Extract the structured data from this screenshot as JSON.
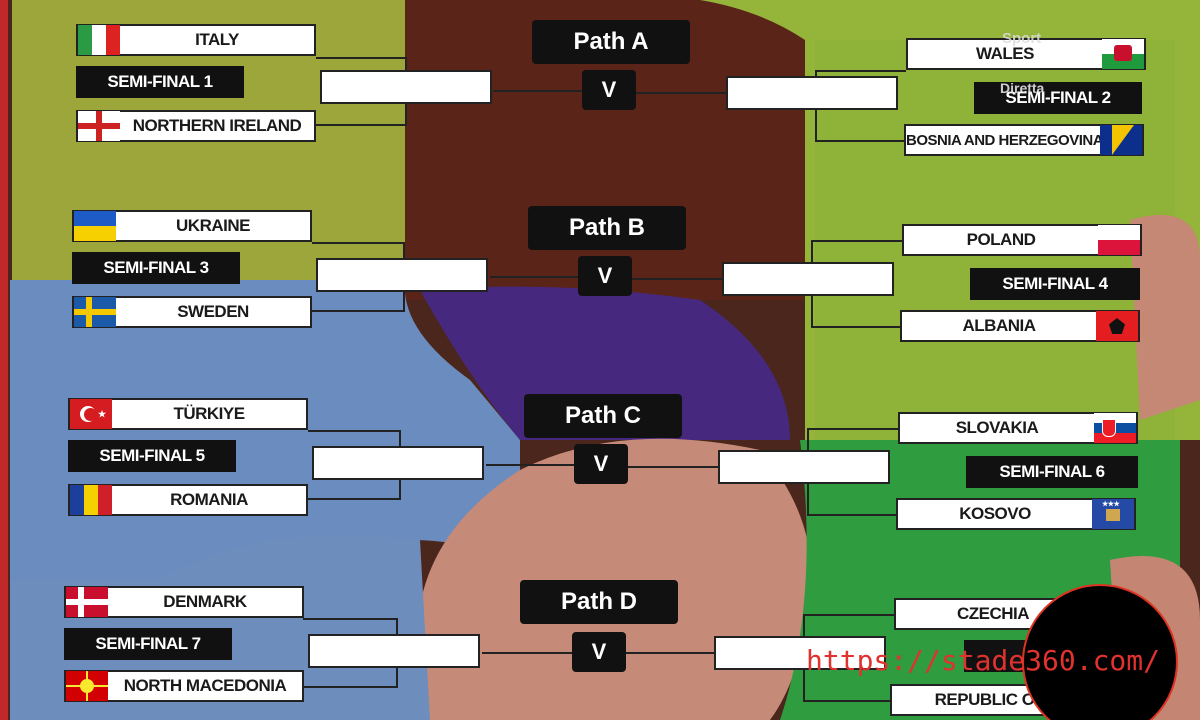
{
  "paths": [
    {
      "label": "Path A",
      "vs": "V"
    },
    {
      "label": "Path B",
      "vs": "V"
    },
    {
      "label": "Path C",
      "vs": "V"
    },
    {
      "label": "Path D",
      "vs": "V"
    }
  ],
  "left": [
    {
      "team1": "ITALY",
      "semi": "SEMI-FINAL 1",
      "team2": "NORTHERN IRELAND"
    },
    {
      "team1": "UKRAINE",
      "semi": "SEMI-FINAL 3",
      "team2": "SWEDEN"
    },
    {
      "team1": "TÜRKIYE",
      "semi": "SEMI-FINAL 5",
      "team2": "ROMANIA"
    },
    {
      "team1": "DENMARK",
      "semi": "SEMI-FINAL 7",
      "team2": "NORTH MACEDONIA"
    }
  ],
  "right": [
    {
      "team1": "WALES",
      "semi": "SEMI-FINAL 2",
      "team2": "BOSNIA AND HERZEGOVINA"
    },
    {
      "team1": "POLAND",
      "semi": "SEMI-FINAL 4",
      "team2": "ALBANIA"
    },
    {
      "team1": "SLOVAKIA",
      "semi": "SEMI-FINAL 6",
      "team2": "KOSOVO"
    },
    {
      "team1": "CZECHIA",
      "semi": "",
      "team2": "REPUBLIC OF IREL"
    }
  ],
  "broadcaster": {
    "logo": "Sport",
    "sub": "Diretta"
  },
  "watermark": {
    "url": "https://stade360.com/"
  },
  "colors": {
    "path_a_left": "#9aa63a",
    "path_a_center": "#5b2418",
    "path_b_left": "#8da63a",
    "path_c_left": "#6a8bbd",
    "purple": "#4a2a86",
    "salmon": "#c48a78",
    "green": "#2e9a3e"
  }
}
